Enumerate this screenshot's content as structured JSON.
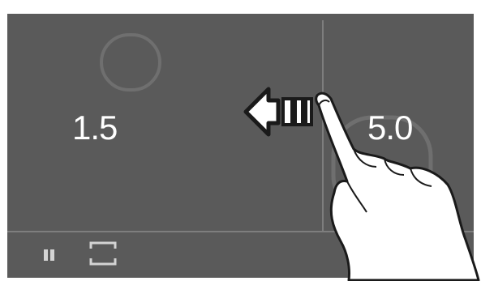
{
  "cooktop": {
    "zones": [
      {
        "name": "left-zone",
        "value": "1.5"
      },
      {
        "name": "right-zone",
        "value": "5.0"
      }
    ]
  },
  "icons": {
    "pause": "pause-icon",
    "fullscreen": "fullscreen-icon",
    "swipe_arrow": "arrow-left-icon",
    "hand": "pointing-hand-icon"
  },
  "colors": {
    "screen_bg": "#5a5a5a",
    "divider": "#7e7e7e",
    "text": "#ffffff",
    "zone_ring": "#6f6f6f"
  }
}
